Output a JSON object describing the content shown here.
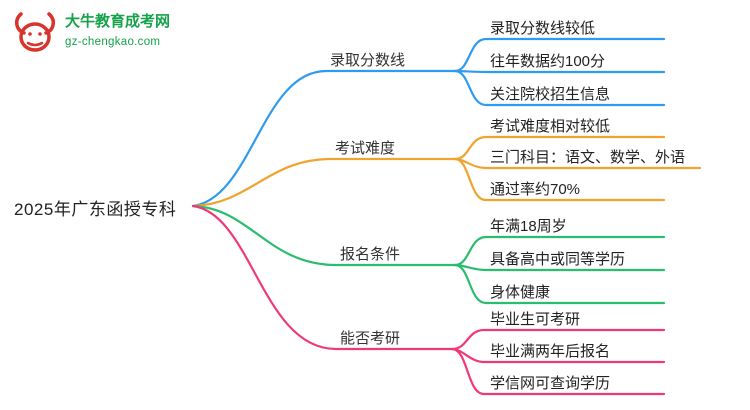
{
  "logo": {
    "title": "大牛教育成考网",
    "url": "gz-chengkao.com",
    "brand_green": "#16a14b",
    "brand_red": "#d7342b"
  },
  "root_label": "2025年广东函授专科",
  "branches": [
    {
      "label": "录取分数线",
      "color": "#2f9bf0",
      "children": [
        "录取分数线较低",
        "往年数据约100分",
        "关注院校招生信息"
      ]
    },
    {
      "label": "考试难度",
      "color": "#f0a32f",
      "children": [
        "考试难度相对较低",
        "三门科目：语文、数学、外语",
        "通过率约70%"
      ]
    },
    {
      "label": "报名条件",
      "color": "#2abd6e",
      "children": [
        "年满18周岁",
        "具备高中或同等学历",
        "身体健康"
      ]
    },
    {
      "label": "能否考研",
      "color": "#f0397a",
      "children": [
        "毕业生可考研",
        "毕业满两年后报名",
        "学信网可查询学历"
      ]
    }
  ]
}
